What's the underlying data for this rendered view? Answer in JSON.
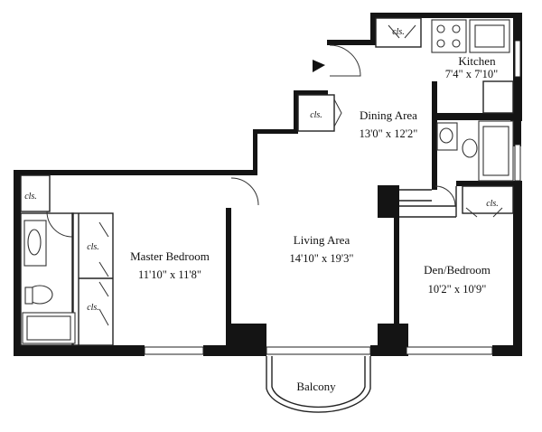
{
  "rooms": {
    "kitchen": {
      "name": "Kitchen",
      "dims": "7'4\" x 7'10\""
    },
    "dining": {
      "name": "Dining Area",
      "dims": "13'0\" x 12'2\""
    },
    "master": {
      "name": "Master Bedroom",
      "dims": "11'10\" x 11'8\""
    },
    "living": {
      "name": "Living Area",
      "dims": "14'10\" x 19'3\""
    },
    "den": {
      "name": "Den/Bedroom",
      "dims": "10'2\" x 10'9\""
    },
    "balcony": {
      "name": "Balcony"
    }
  },
  "closet_label": "cls."
}
